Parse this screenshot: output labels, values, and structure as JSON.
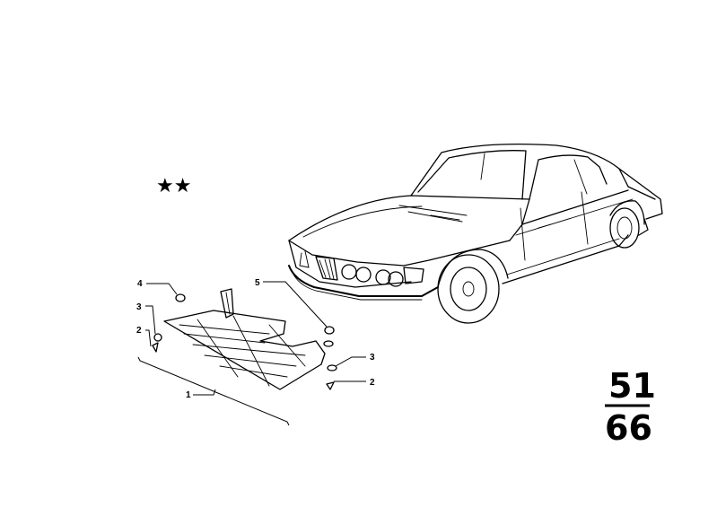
{
  "diagram": {
    "marker": "★★",
    "group_number": "51",
    "subgroup_number": "66",
    "callouts": [
      {
        "id": "c1",
        "label": "1"
      },
      {
        "id": "c2a",
        "label": "2"
      },
      {
        "id": "c3a",
        "label": "3"
      },
      {
        "id": "c4",
        "label": "4"
      },
      {
        "id": "c5",
        "label": "5"
      },
      {
        "id": "c3b",
        "label": "3"
      },
      {
        "id": "c2b",
        "label": "2"
      }
    ]
  }
}
